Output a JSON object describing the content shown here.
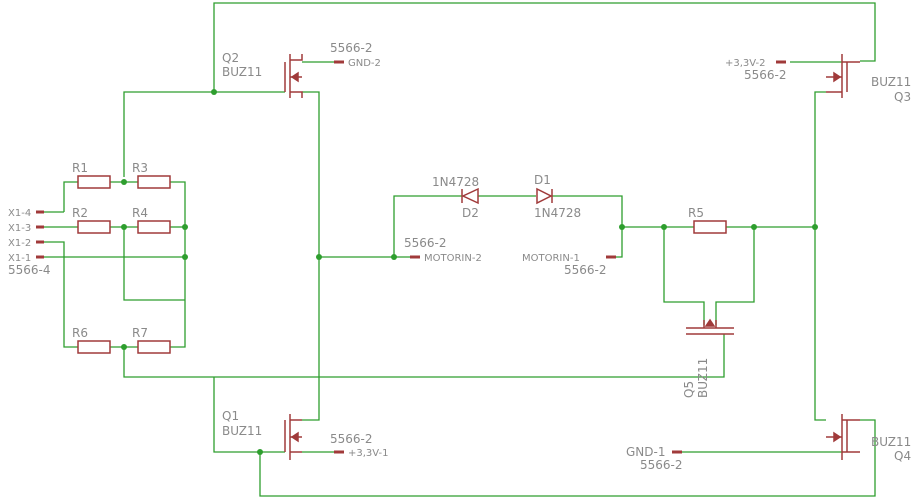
{
  "colors": {
    "wire": "#2e9e2e",
    "part": "#a03a3a",
    "text": "#8a8a8a",
    "background": "#ffffff"
  },
  "parts": {
    "q1": {
      "name": "Q1",
      "value": "BUZ11",
      "connector_value": "5566-2",
      "connector_pin": "+3,3V-1"
    },
    "q2": {
      "name": "Q2",
      "value": "BUZ11",
      "connector_value": "5566-2",
      "connector_pin": "GND-2"
    },
    "q3": {
      "name": "Q3",
      "value": "BUZ11",
      "connector_value": "5566-2",
      "connector_pin": "+3,3V-2"
    },
    "q4": {
      "name": "Q4",
      "value": "BUZ11",
      "connector_value": "5566-2",
      "connector_pin": "GND-1"
    },
    "q5": {
      "name": "Q5",
      "value": "BUZ11"
    },
    "r1": {
      "name": "R1"
    },
    "r2": {
      "name": "R2"
    },
    "r3": {
      "name": "R3"
    },
    "r4": {
      "name": "R4"
    },
    "r5": {
      "name": "R5"
    },
    "r6": {
      "name": "R6"
    },
    "r7": {
      "name": "R7"
    },
    "d1": {
      "name": "D1",
      "value": "1N4728"
    },
    "d2": {
      "name": "D2",
      "value": "1N4728"
    },
    "x1": {
      "value": "5566-4",
      "pins": [
        "X1-4",
        "X1-3",
        "X1-2",
        "X1-1"
      ]
    },
    "motor_left": {
      "value": "5566-2",
      "pin": "MOTORIN-2"
    },
    "motor_right": {
      "value": "5566-2",
      "pin": "MOTORIN-1"
    }
  }
}
